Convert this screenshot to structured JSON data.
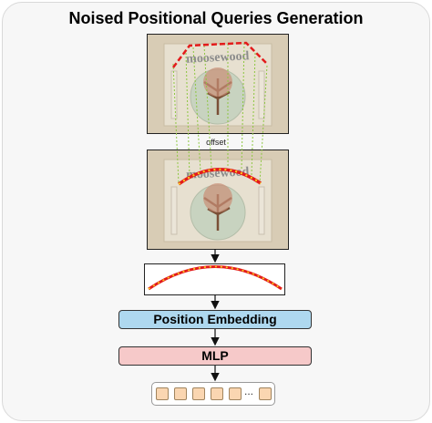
{
  "title": "Noised Positional Queries Generation",
  "offset_label": "offset",
  "position_embedding_label": "Position Embedding",
  "mlp_label": "MLP",
  "ellipsis": "...",
  "photo_text": "moosewood",
  "colors": {
    "position_embedding": "#aed8ef",
    "mlp": "#f6c9c9",
    "token": "#fad6b1",
    "query_points": "#d22020",
    "offset_lines": "#8cc63f"
  }
}
